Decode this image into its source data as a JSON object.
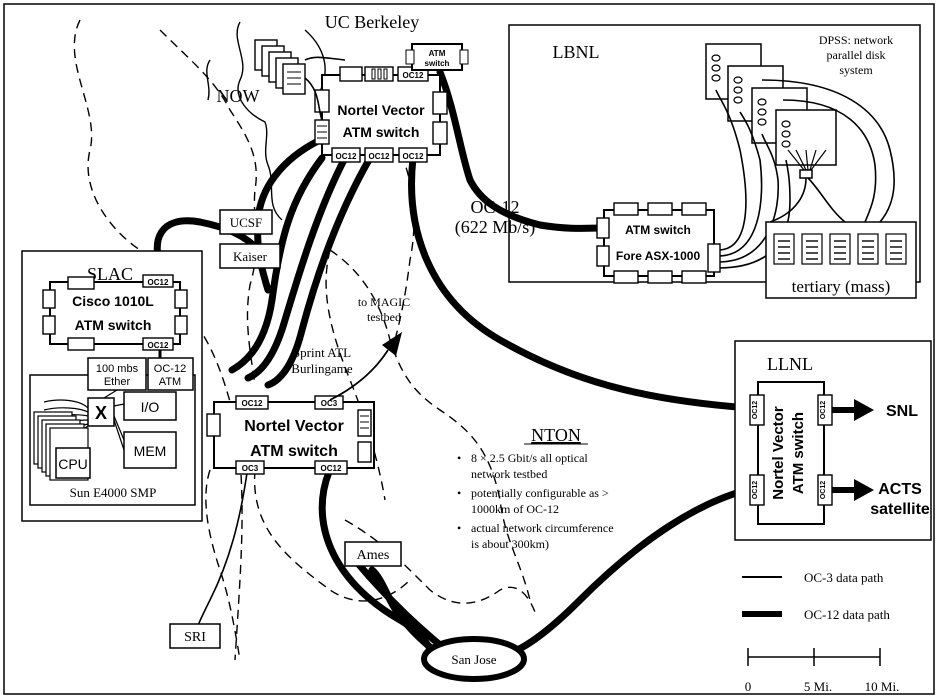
{
  "labels": {
    "uc_berkeley": "UC Berkeley",
    "now": "NOW",
    "lbnl": "LBNL",
    "dpss_line1": "DPSS: network",
    "dpss_line2": "parallel disk",
    "dpss_line3": "system",
    "oc12_line1": "OC-12",
    "oc12_line2": "(622 Mb/s)",
    "tertiary": "tertiary (mass)",
    "slac": "SLAC",
    "ucsf": "UCSF",
    "kaiser": "Kaiser",
    "to_magic_line1": "to MAGIC",
    "to_magic_line2": "testbed",
    "sprint_line1": "Sprint ATL",
    "sprint_line2": "Burlingame",
    "llnl": "LLNL",
    "snl": "SNL",
    "acts_line1": "ACTS",
    "acts_line2": "satellite",
    "sri": "SRI",
    "ames": "Ames",
    "san_jose": "San Jose",
    "sun": "Sun E4000 SMP"
  },
  "switches": {
    "berkeley_line1": "Nortel Vector",
    "berkeley_line2": "ATM switch",
    "small_atm_line1": "ATM",
    "small_atm_line2": "switch",
    "fore_line1": "ATM switch",
    "fore_line2": "Fore ASX-1000",
    "cisco_line1": "Cisco 1010L",
    "cisco_line2": "ATM switch",
    "sprint_line1": "Nortel Vector",
    "sprint_line2": "ATM switch",
    "llnl_line1": "Nortel Vector",
    "llnl_line2": "ATM switch"
  },
  "ports": {
    "oc12": "OC12",
    "oc3": "OC3"
  },
  "sun": {
    "ether_line1": "100 mbs",
    "ether_line2": "Ether",
    "atm_line1": "OC-12",
    "atm_line2": "ATM",
    "x": "X",
    "io": "I/O",
    "mem": "MEM",
    "cpu": "CPU"
  },
  "nton": {
    "title": "NTON",
    "bullets": [
      {
        "lines": [
          "8 × 2.5 Gbit/s all optical",
          "network testbed"
        ]
      },
      {
        "lines": [
          "potentially configurable as >",
          "1000km of OC-12"
        ]
      },
      {
        "lines": [
          "actual network circumference",
          "is about 300km)"
        ]
      }
    ],
    "bullet_char": "•"
  },
  "legend": {
    "oc3": "OC-3 data path",
    "oc12": "OC-12 data path"
  },
  "scale": {
    "zero": "0",
    "five": "5 Mi.",
    "ten": "10 Mi."
  }
}
